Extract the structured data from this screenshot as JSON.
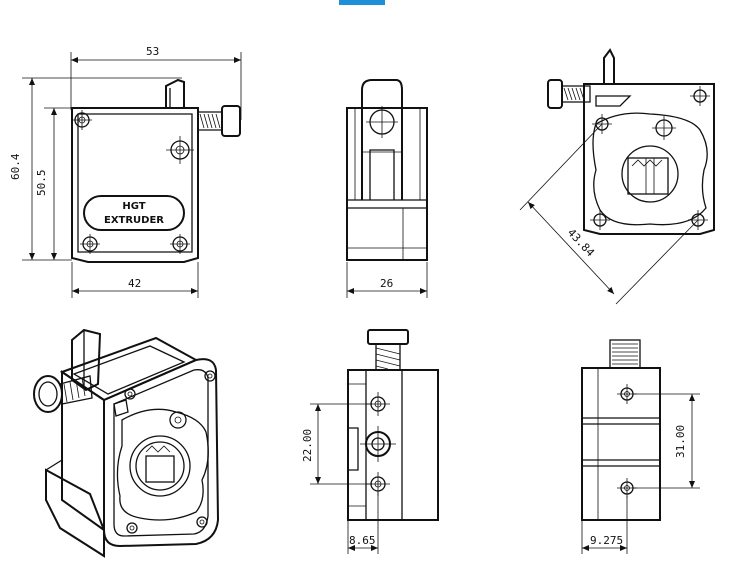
{
  "colors": {
    "accent": "#1e90d8",
    "ink": "#111111",
    "background": "#ffffff"
  },
  "label": {
    "line1": "HGT",
    "line2": "EXTRUDER"
  },
  "dimensions": {
    "front_width_top": "53",
    "front_height_outer": "60.4",
    "front_height_inner": "50.5",
    "front_width_bottom": "42",
    "side_width": "26",
    "rear_diagonal": "43.84",
    "section_height": "22.00",
    "section_offset": "8.65",
    "back_height": "31.00",
    "back_offset": "9.275"
  }
}
